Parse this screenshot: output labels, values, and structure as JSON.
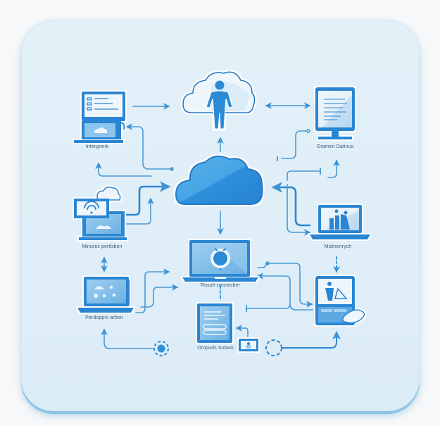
{
  "diagram": {
    "type": "cloud network architecture",
    "colors": {
      "background": "#f6f8f9",
      "card": "#deedf7",
      "primary": "#2a86d2",
      "primary_dark": "#1b6db8",
      "light_fill": "#cfe5f5",
      "connector": "#4a9ad6",
      "label_text": "#3a5a78"
    },
    "central_node": {
      "icon": "cloud-icon",
      "label": ""
    },
    "top_node": {
      "icon": "user-cloud-icon",
      "label": ""
    },
    "nodes": [
      {
        "id": "top-left",
        "icon": "terminal-kiosk-icon",
        "label": "Intergrenk"
      },
      {
        "id": "top-right",
        "icon": "monitor-document-icon",
        "label": "Oramen Datinus"
      },
      {
        "id": "mid-left",
        "icon": "wifi-laptop-icon",
        "label": "Minurec portlsbon"
      },
      {
        "id": "mid-right",
        "icon": "chart-laptop-icon",
        "label": "Mistnenrych"
      },
      {
        "id": "center-bottom",
        "icon": "settings-laptop-icon",
        "label": "Rosult connecber"
      },
      {
        "id": "bottom-left",
        "icon": "dashboard-laptop-icon",
        "label": "Perdopprv arbon"
      },
      {
        "id": "bottom-center",
        "icon": "document-server-icon",
        "label": "Oropuris Sobwo"
      },
      {
        "id": "bottom-right",
        "icon": "tablet-user-icon",
        "label": ""
      }
    ]
  }
}
